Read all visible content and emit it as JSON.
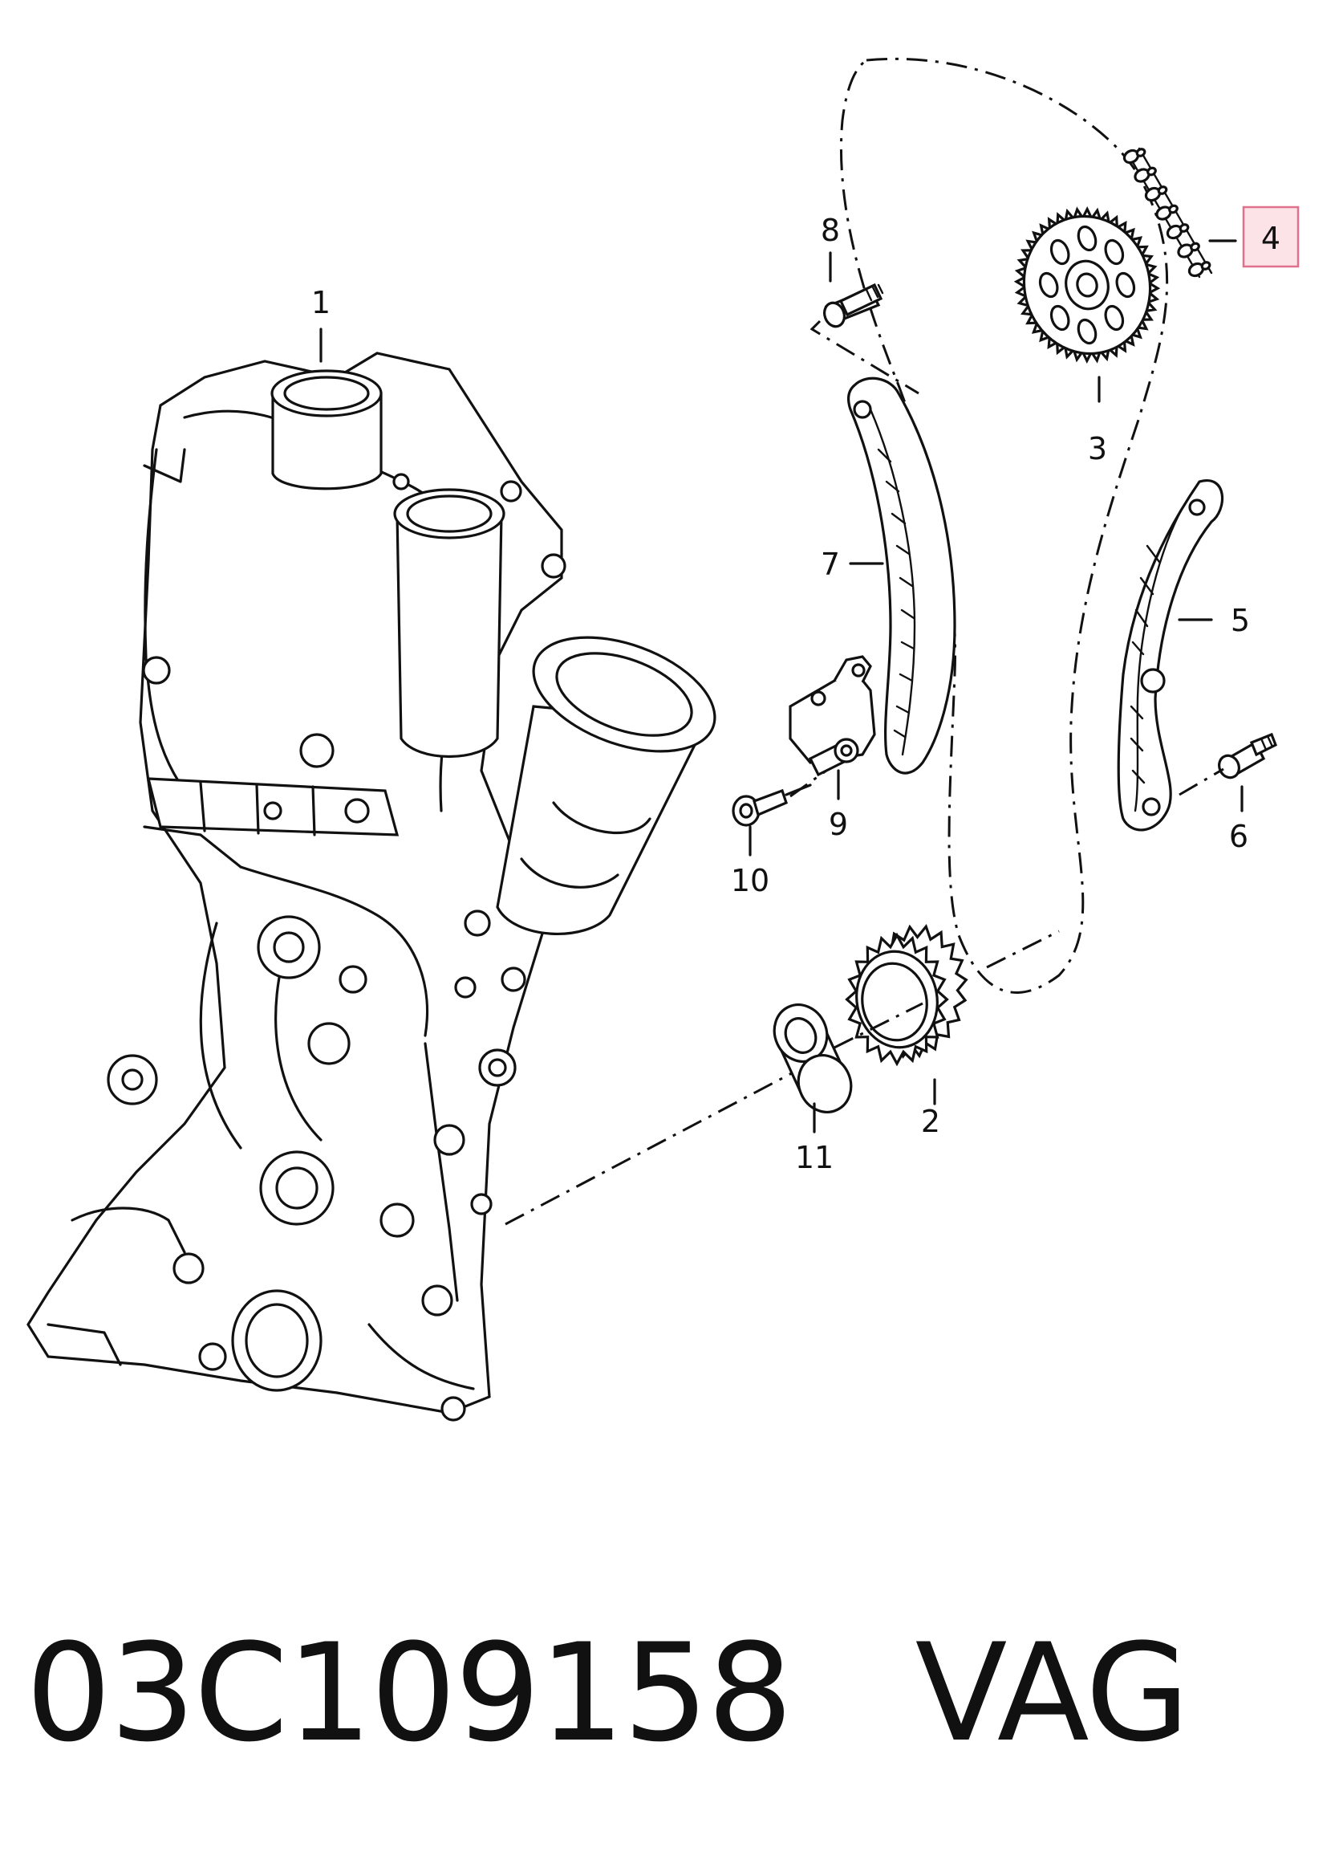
{
  "callouts": {
    "c1": "1",
    "c2": "2",
    "c3": "3",
    "c4": "4",
    "c5": "5",
    "c6": "6",
    "c7": "7",
    "c8": "8",
    "c9": "9",
    "c10": "10",
    "c11": "11"
  },
  "highlighted_callout": "4",
  "highlight_color": "#e0708c",
  "caption": {
    "part_number": "03C109158",
    "brand": "VAG"
  }
}
